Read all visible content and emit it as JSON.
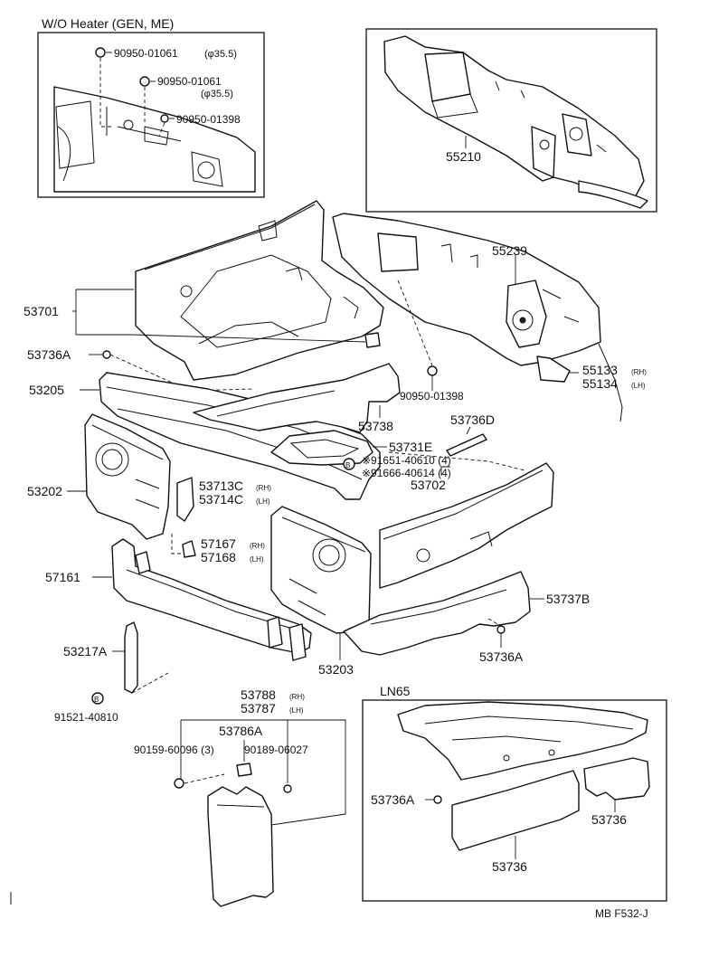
{
  "inset_top_left": {
    "title": "W/O Heater (GEN, ME)",
    "parts": [
      {
        "pn": "90950-01061",
        "note": "(φ35.5)"
      },
      {
        "pn": "90950-01061",
        "note": "(φ35.5)"
      },
      {
        "pn": "90950-01398",
        "note": ""
      }
    ]
  },
  "inset_top_right": {
    "part": "55210"
  },
  "inset_bottom_right": {
    "title": "LN65",
    "parts": [
      "53736A",
      "53736",
      "53736"
    ]
  },
  "labels": {
    "p53701": "53701",
    "p53736A_1": "53736A",
    "p53205": "53205",
    "p53202": "53202",
    "p57161": "57161",
    "p53217A": "53217A",
    "p91521": "91521-40810",
    "p55239": "55239",
    "p55133": "55133",
    "p55133_side": "(RH)",
    "p55134": "55134",
    "p55134_side": "(LH)",
    "p90950_main": "90950-01398",
    "p53738": "53738",
    "p53736D": "53736D",
    "p53731E": "53731E",
    "p91651": "※91651-40610 (4)",
    "p91666": "※91666-40614 (4)",
    "p53702": "53702",
    "p53713C": "53713C",
    "p53713C_side": "(RH)",
    "p53714C": "53714C",
    "p53714C_side": "(LH)",
    "p57167": "57167",
    "p57167_side": "(RH)",
    "p57168": "57168",
    "p57168_side": "(LH)",
    "p53737B": "53737B",
    "p53736A_2": "53736A",
    "p53203": "53203",
    "p53788": "53788",
    "p53788_side": "(RH)",
    "p53787": "53787",
    "p53787_side": "(LH)",
    "p53786A": "53786A",
    "p90159": "90159-60096 (3)",
    "p90189": "90189-06027",
    "code": "MB F532-J"
  }
}
